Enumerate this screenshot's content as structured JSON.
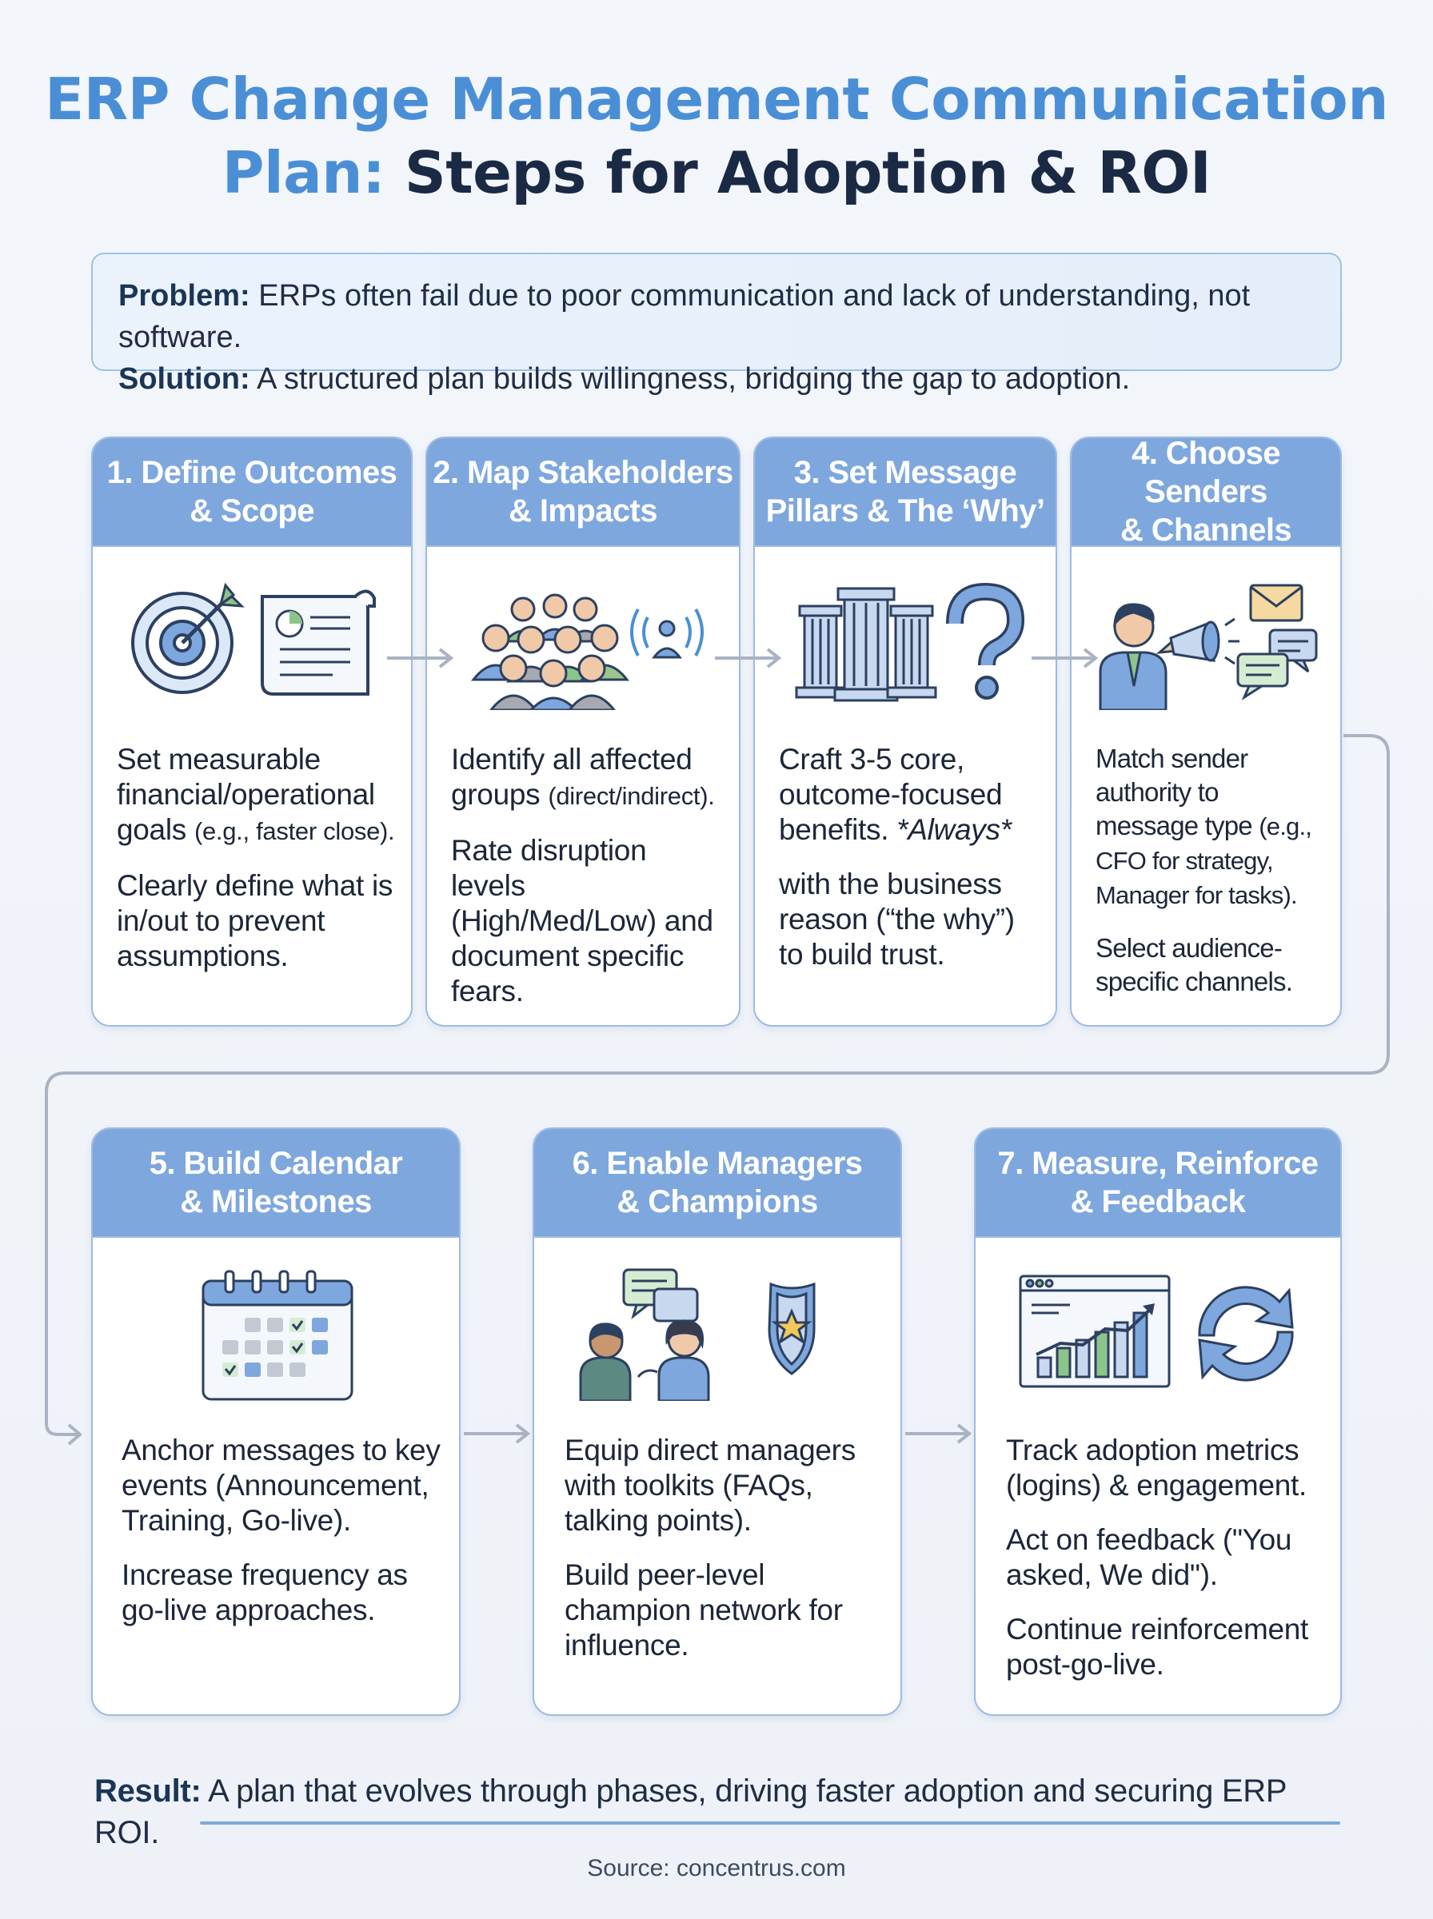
{
  "title": {
    "line1": "ERP Change Management Communication",
    "line2_blue": "Plan:",
    "line2_dark": "Steps for Adoption & ROI"
  },
  "intro": {
    "problem_label": "Problem:",
    "problem_text": "ERPs often fail due to poor communication and lack of understanding, not software.",
    "solution_label": "Solution:",
    "solution_text": "A structured plan builds willingness, bridging the gap to adoption."
  },
  "steps": [
    {
      "title_l1": "1. Define Outcomes",
      "title_l2": "& Scope",
      "icon": "target-and-document-icon",
      "p1": "Set measurable financial/operational goals",
      "p1_small": "(e.g., faster close).",
      "p2": "Clearly define what is in/out to prevent assumptions."
    },
    {
      "title_l1": "2. Map Stakeholders",
      "title_l2": "& Impacts",
      "icon": "people-group-icon",
      "p1": "Identify all affected groups",
      "p1_small": "(direct/indirect).",
      "p2": "Rate disruption levels (High/Med/Low) and document specific fears."
    },
    {
      "title_l1": "3. Set Message",
      "title_l2": "Pillars & The ‘Why’",
      "icon": "pillars-question-icon",
      "p1": "Craft 3-5 core, outcome-focused benefits.",
      "p1_italic": "*Always*",
      "p2": "with the business reason (“the why”) to build trust."
    },
    {
      "title_l1": "4. Choose Senders",
      "title_l2": "& Channels",
      "icon": "megaphone-channels-icon",
      "p1": "Match sender authority to message type",
      "p1_small": "(e.g., CFO for strategy, Manager for tasks).",
      "p2": "Select audience-specific channels."
    },
    {
      "title_l1": "5. Build Calendar",
      "title_l2": "& Milestones",
      "icon": "calendar-icon",
      "p1": "Anchor messages to key events (Announcement, Training, Go-live).",
      "p2": "Increase frequency as go-live approaches."
    },
    {
      "title_l1": "6. Enable Managers",
      "title_l2": "& Champions",
      "icon": "conversation-shield-icon",
      "p1": "Equip direct managers with toolkits (FAQs, talking points).",
      "p2": "Build peer-level champion network for influence."
    },
    {
      "title_l1": "7. Measure, Reinforce",
      "title_l2": "& Feedback",
      "icon": "dashboard-refresh-icon",
      "p1": "Track adoption metrics (logins) & engagement.",
      "p2": "Act on feedback (\"You asked, We did\").",
      "p3": "Continue reinforcement post-go-live."
    }
  ],
  "result": {
    "label": "Result:",
    "text": "A plan that evolves through phases, driving faster adoption and securing ERP ROI."
  },
  "source": "Source: concentrus.com",
  "colors": {
    "accent_blue": "#4a8fd6",
    "header_blue": "#7ea7dd",
    "dark_navy": "#1b2a44",
    "border_blue": "#9dbbe3",
    "green": "#8cc48a"
  }
}
